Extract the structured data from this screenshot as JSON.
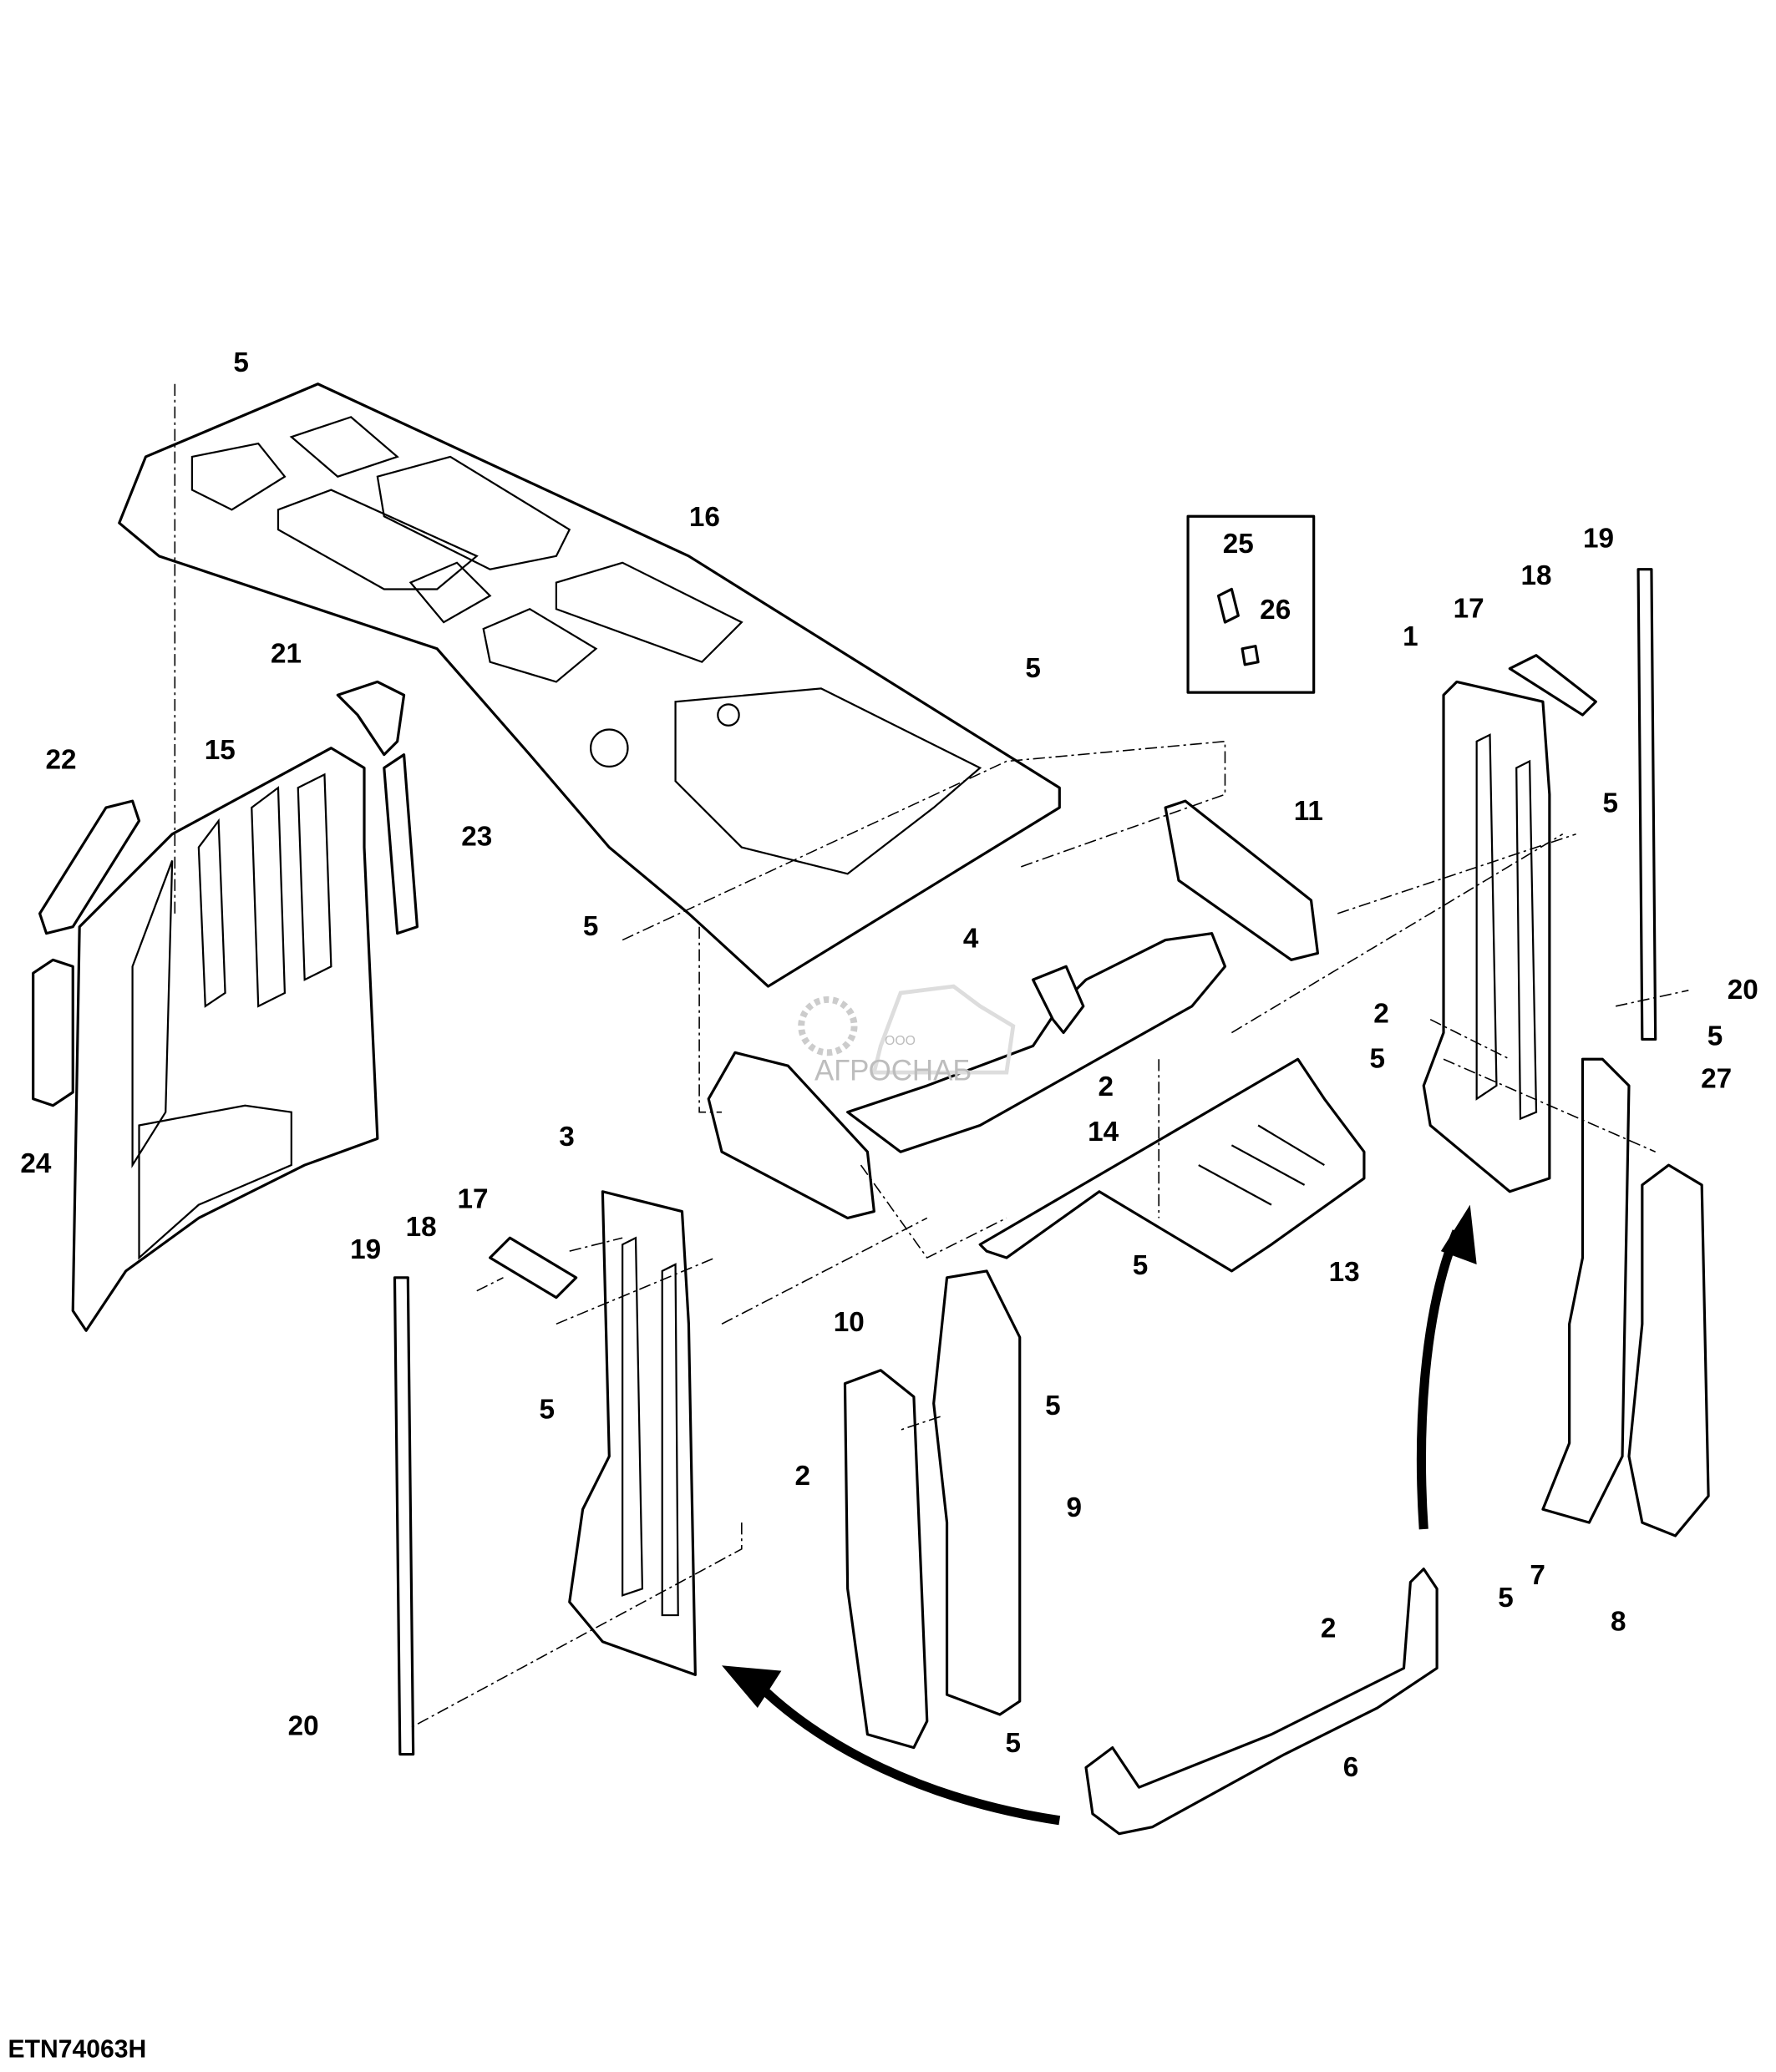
{
  "figure_id": "ETN74063H",
  "watermark": {
    "prefix": "ООО",
    "name": "АГРОСНАБ"
  },
  "callouts": [
    "5",
    "16",
    "25",
    "26",
    "19",
    "18",
    "17",
    "1",
    "5",
    "21",
    "22",
    "15",
    "23",
    "5",
    "11",
    "5",
    "4",
    "20",
    "2",
    "5",
    "5",
    "2",
    "27",
    "14",
    "24",
    "3",
    "17",
    "13",
    "19",
    "18",
    "5",
    "10",
    "5",
    "5",
    "2",
    "9",
    "5",
    "7",
    "2",
    "8",
    "6",
    "5",
    "20"
  ],
  "colors": {
    "line": "#000000",
    "watermark": "#bdbdbd"
  }
}
